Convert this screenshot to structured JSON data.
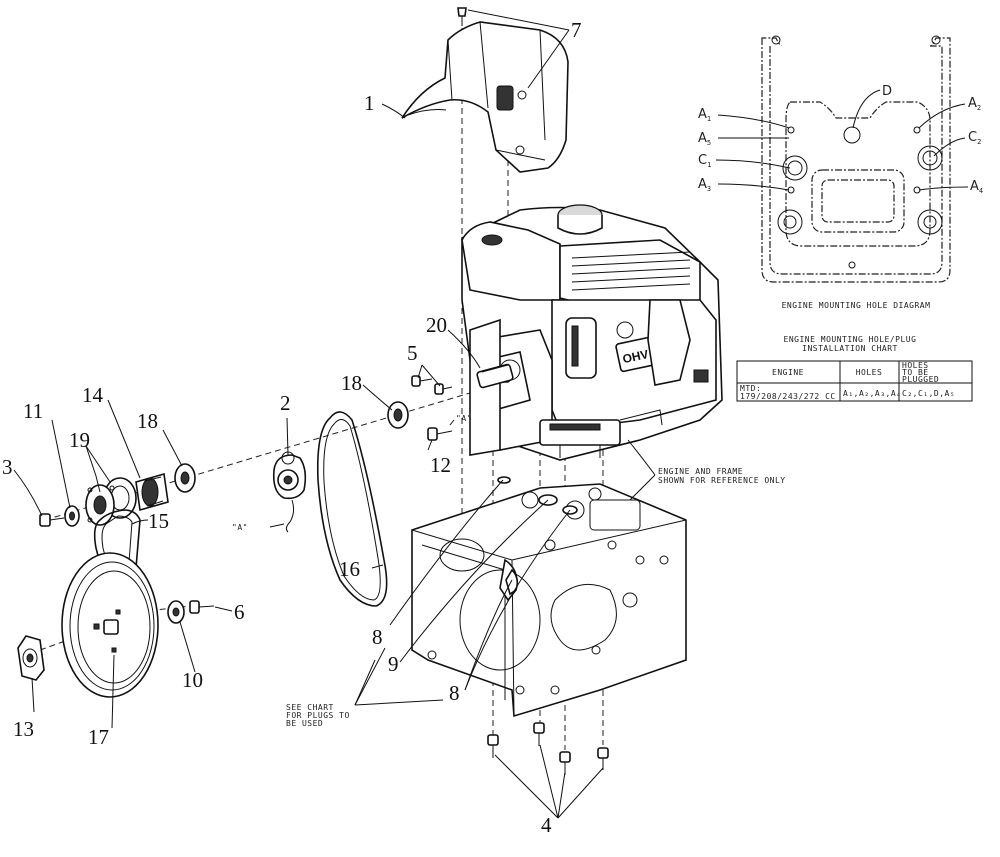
{
  "callouts": {
    "n1": "1",
    "n2": "2",
    "n3": "3",
    "n4": "4",
    "n5": "5",
    "n6": "6",
    "n7": "7",
    "n8a": "8",
    "n8b": "8",
    "n9": "9",
    "n10": "10",
    "n11": "11",
    "n12": "12",
    "n13": "13",
    "n14": "14",
    "n15": "15",
    "n16": "16",
    "n17": "17",
    "n18a": "18",
    "n18b": "18",
    "n19": "19",
    "n20": "20"
  },
  "ref_labels": {
    "a_left": "\"A\"",
    "a_right": "\"A\""
  },
  "notes": {
    "engine_frame_1": "ENGINE AND FRAME",
    "engine_frame_2": "SHOWN FOR REFERENCE ONLY",
    "chart_1": "SEE CHART",
    "chart_2": "FOR PLUGS TO",
    "chart_3": "BE USED",
    "engine_brand": "OHV"
  },
  "hole_diagram": {
    "title": "ENGINE MOUNTING HOLE DIAGRAM",
    "labels": {
      "a1": "A",
      "a1_sub": "1",
      "a5": "A",
      "a5_sub": "5",
      "c1": "C",
      "c1_sub": "1",
      "a3": "A",
      "a3_sub": "3",
      "d": "D",
      "a2": "A",
      "a2_sub": "2",
      "c2": "C",
      "c2_sub": "2",
      "a4": "A",
      "a4_sub": "4"
    }
  },
  "chart": {
    "title_1": "ENGINE MOUNTING HOLE/PLUG",
    "title_2": "INSTALLATION CHART",
    "headers": {
      "engine": "ENGINE",
      "holes": "HOLES",
      "plugged_1": "HOLES",
      "plugged_2": "TO BE",
      "plugged_3": "PLUGGED"
    },
    "row": {
      "engine_1": "MTD:",
      "engine_2": "179/208/243/272 CC",
      "holes": "A₁,A₂,A₃,A₄",
      "plugged": "C₂,C₁,D,A₅"
    }
  }
}
